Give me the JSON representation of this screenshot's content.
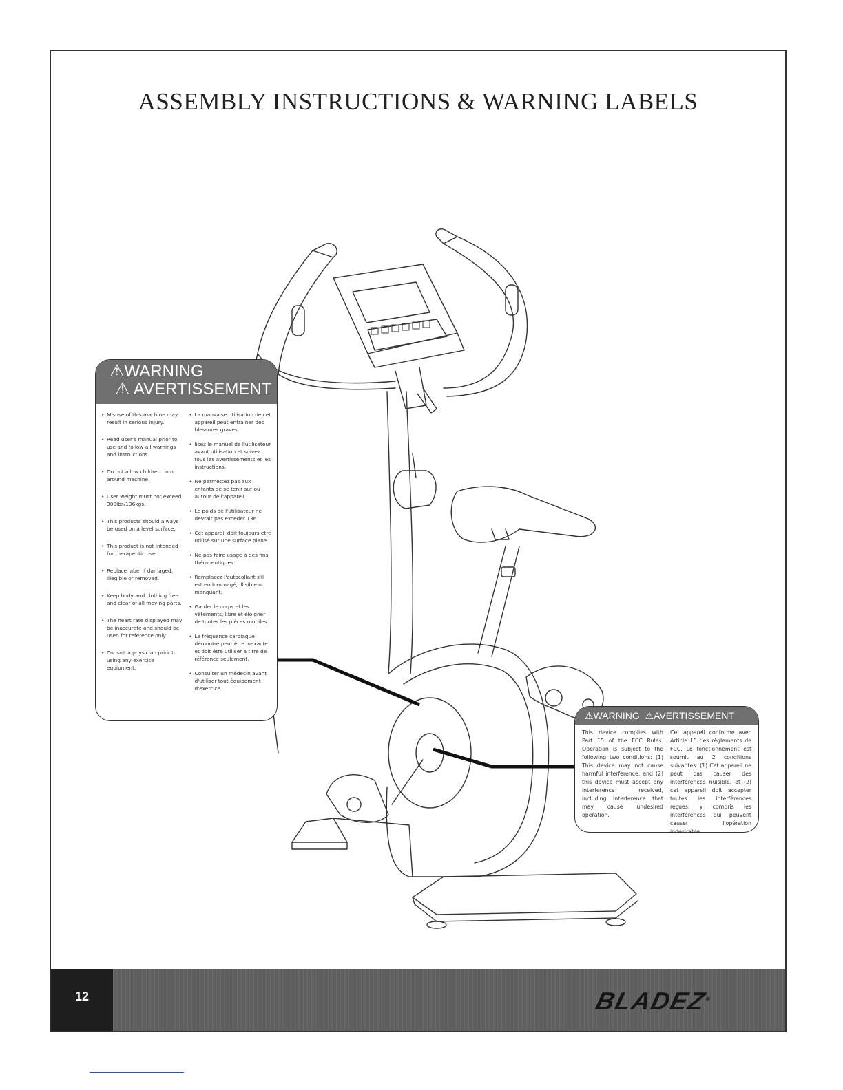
{
  "page": {
    "title": "ASSEMBLY INSTRUCTIONS & WARNING LABELS",
    "page_number": "12",
    "brand": "BLADEZ"
  },
  "warning_label_1": {
    "title_en": "WARNING",
    "title_fr": "AVERTISSEMENT",
    "icon": "warning-triangle-icon",
    "items_en": [
      "Misuse of this machine may result in serious injury.",
      "Read user's manual prior to use and follow all warnings and instructions.",
      "Do not allow children on or around machine.",
      "User weight must not exceed 300lbs/136kgs.",
      "This products should always be used on a level surface.",
      "This product is not intended for therapeutic use.",
      "Replace label if damaged, illegible or removed.",
      "Keep body and clothing free and clear of all moving parts.",
      "The heart rate displayed may be inaccurate and should be used for reference only.",
      "Consult a physician prior to using any exercise equipment."
    ],
    "items_fr": [
      "La mauvaise utilisation de cet appareil peut entrainer des blessures graves.",
      "lisez le manuel de l'utilisateur avant utilisation et suivez tous les avertissements et les instructions.",
      "Ne permettez pas aux enfants de se tenir sur ou autour de l'appareil.",
      "Le poids de l'utilisateur ne devrait pas exceder 136.",
      "Cet appareil doit toujours etre utilisé sur une surface plane.",
      "Ne pas faire usage à des fins thérapeutiques.",
      "Remplacez l'autocollant s'il est endommagé, illisible ou manquant.",
      "Garder le corps et les vêtements, libre et éloigner de toutes les pièces mobiles.",
      "La fréquence cardiaque démontré peut être inexacte et doit être utiliser a titre de référence seulement.",
      "Consulter un médecin avant d'utiliser tout équipement d'exercice."
    ]
  },
  "warning_label_2": {
    "title": "WARNING",
    "title_fr": "AVERTISSEMENT",
    "text_en": "This device complies with Part 15 of the FCC Rules. Operation is subject to the following two conditions: (1) This device may not cause harmful interference, and (2) this device must accept any interference received, including interference that may cause undesired operation.",
    "text_fr": "Cet appareil conforme avec Article 15 des règlements de FCC. Le fonctionnement est soumit au 2 conditions suivantes: (1) Cet appareil ne peut pas causer des interférences nuisible, et (2) cet appareil doit accepter toutes les interférences reçues, y compris les interférences qui peuvent causer l'opération indésirable."
  }
}
